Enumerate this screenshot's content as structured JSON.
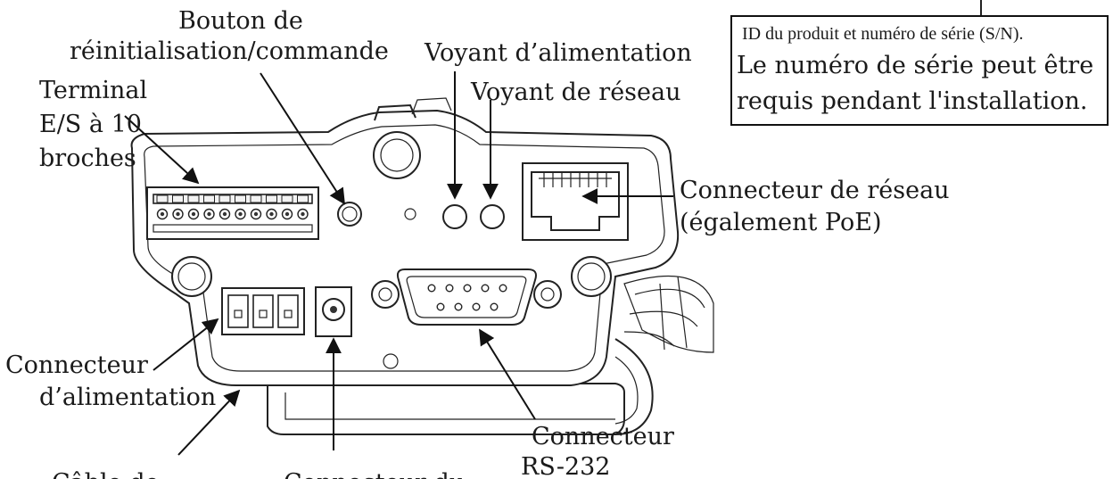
{
  "labels": {
    "reset_button_line1": "Bouton de",
    "reset_button_line2": "réinitialisation/commande",
    "power_led": "Voyant d’alimentation",
    "network_led": "Voyant de réseau",
    "io_terminal_line1": "Terminal",
    "io_terminal_line2": "E/S à 10",
    "io_terminal_line3": "broches",
    "network_connector_line1": "Connecteur de réseau",
    "network_connector_line2": "(également PoE)",
    "power_connector_line1": "Connecteur",
    "power_connector_line2": "d’alimentation",
    "rs232_line1": "Connecteur",
    "rs232_line2": "RS-232",
    "cable_partial": "Câble de",
    "dc_connector_partial": "Connecteur du"
  },
  "serial_box": {
    "line1": "ID du produit et numéro de série (S/N).",
    "line2": "Le numéro de série peut être",
    "line3": "requis pendant l'installation."
  },
  "colors": {
    "ink": "#1a1a1a",
    "background": "#ffffff"
  }
}
